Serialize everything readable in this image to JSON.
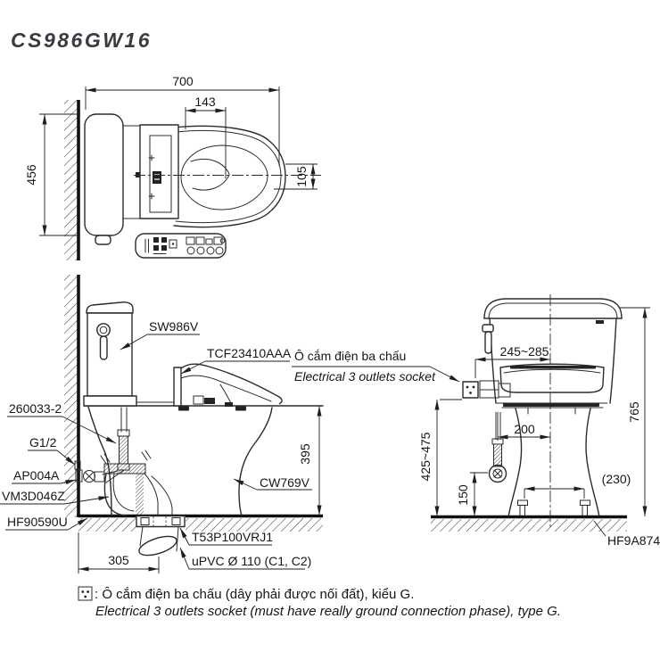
{
  "title": "CS986GW16",
  "top_view": {
    "dim_700": "700",
    "dim_143": "143",
    "dim_456": "456",
    "dim_105": "105"
  },
  "side_view": {
    "label_tank": "SW986V",
    "label_washlet": "TCF23410AAA",
    "label_socket_vi": "Ô cắm điện ba chấu",
    "label_socket_en": "Electrical 3 outlets socket",
    "label_hose": "260033-2",
    "label_thread": "G1/2",
    "label_stop_valve": "AP004A",
    "label_flush_valve": "VM3D046Z",
    "label_floor_fix": "HF90590U",
    "label_bowl": "CW769V",
    "label_flange": "T53P100VRJ1",
    "label_pipe": "uPVC Ø 110 (C1, C2)",
    "dim_395": "395",
    "dim_305": "305"
  },
  "front_view": {
    "dim_socket_range": "245~285",
    "dim_total_height": "765",
    "dim_socket_height": "425~475",
    "dim_supply_offset": "200",
    "dim_valve_height": "150",
    "dim_bolt_span": "(230)",
    "label_floor_flange": "HF9A874"
  },
  "footnote": {
    "line1_vi": ": Ô cắm điện ba chấu (dây phải được nối đất), kiểu G.",
    "line2_en": "Electrical 3 outlets socket (must have really ground connection phase), type G."
  }
}
